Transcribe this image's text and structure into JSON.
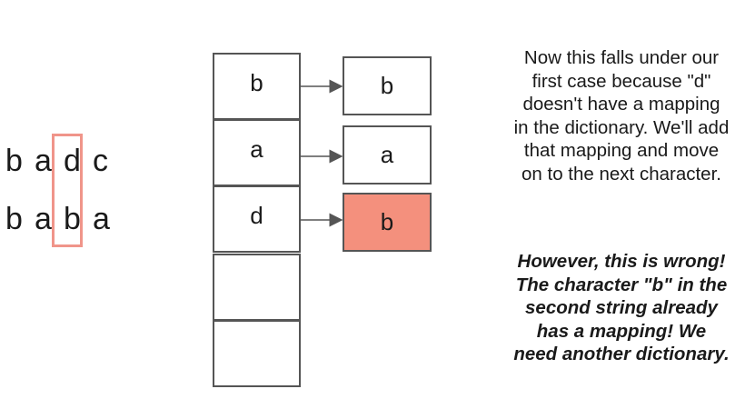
{
  "string1": [
    "b",
    "a",
    "d",
    "c"
  ],
  "string2": [
    "b",
    "a",
    "b",
    "a"
  ],
  "table": [
    {
      "key": "b",
      "value": "b"
    },
    {
      "key": "a",
      "value": "a"
    },
    {
      "key": "d",
      "value": "b"
    },
    {
      "key": "",
      "value": null
    },
    {
      "key": "",
      "value": null
    }
  ],
  "colors": {
    "highlight": "#f0958a",
    "conflict_fill": "#f4907d",
    "stroke": "#555555"
  },
  "explanation": {
    "lines": [
      "Now this falls under our",
      "first case because \"d\"",
      "doesn't have a mapping",
      "in the dictionary. We'll add",
      "that mapping and move",
      "on to the next character."
    ]
  },
  "warning": {
    "lines": [
      "However, this is wrong!",
      "The character \"b\" in the",
      "second string already",
      "has a mapping! We",
      "need another dictionary."
    ]
  }
}
